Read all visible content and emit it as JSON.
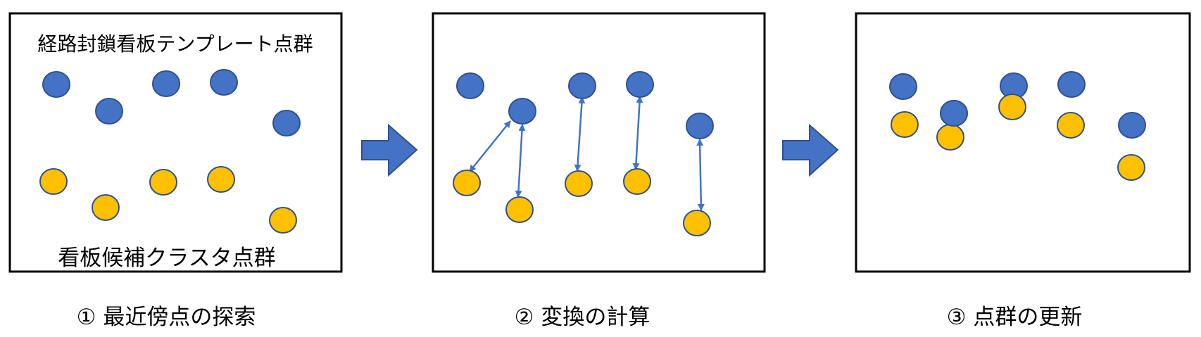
{
  "colors": {
    "template_point": "#4472C4",
    "template_point_stroke": "#2F528F",
    "candidate_point": "#FFC000",
    "candidate_point_stroke": "#2F528F",
    "panel_border": "#000000",
    "flow_arrow": "#4472C4",
    "correspondence_arrow": "#4472C4"
  },
  "panels": [
    {
      "template_label": "経路封鎖看板テンプレート点群",
      "candidate_label": "看板候補クラスタ点群",
      "caption": "① 最近傍点の探索"
    },
    {
      "caption": "② 変換の計算"
    },
    {
      "caption": "③ 点群の更新"
    }
  ],
  "legend_icons": {
    "flow": "right-arrow-icon",
    "correspondence": "double-headed-arrow-icon"
  }
}
